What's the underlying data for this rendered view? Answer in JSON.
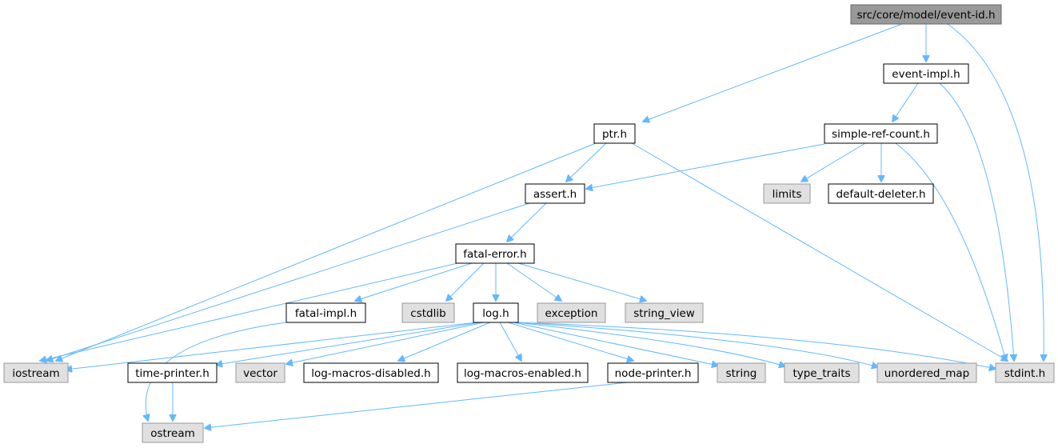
{
  "colors": {
    "edge": "#63b8ff",
    "node_fill_local": "#ffffff",
    "node_fill_system": "#e0e0e0",
    "node_fill_root": "#999999",
    "node_border_local": "#000000",
    "node_border_system": "#999999",
    "node_border_root": "#666666"
  },
  "nodes": [
    {
      "id": "root",
      "label": "src/core/model/event-id.h",
      "kind": "root"
    },
    {
      "id": "event-impl",
      "label": "event-impl.h",
      "kind": "local"
    },
    {
      "id": "ptr",
      "label": "ptr.h",
      "kind": "local"
    },
    {
      "id": "simple-ref-count",
      "label": "simple-ref-count.h",
      "kind": "local"
    },
    {
      "id": "assert",
      "label": "assert.h",
      "kind": "local"
    },
    {
      "id": "limits",
      "label": "limits",
      "kind": "system"
    },
    {
      "id": "default-deleter",
      "label": "default-deleter.h",
      "kind": "local"
    },
    {
      "id": "fatal-error",
      "label": "fatal-error.h",
      "kind": "local"
    },
    {
      "id": "fatal-impl",
      "label": "fatal-impl.h",
      "kind": "local"
    },
    {
      "id": "cstdlib",
      "label": "cstdlib",
      "kind": "system"
    },
    {
      "id": "log",
      "label": "log.h",
      "kind": "local"
    },
    {
      "id": "exception",
      "label": "exception",
      "kind": "system"
    },
    {
      "id": "string_view",
      "label": "string_view",
      "kind": "system"
    },
    {
      "id": "iostream",
      "label": "iostream",
      "kind": "system"
    },
    {
      "id": "time-printer",
      "label": "time-printer.h",
      "kind": "local"
    },
    {
      "id": "vector",
      "label": "vector",
      "kind": "system"
    },
    {
      "id": "log-macros-disabled",
      "label": "log-macros-disabled.h",
      "kind": "local"
    },
    {
      "id": "log-macros-enabled",
      "label": "log-macros-enabled.h",
      "kind": "local"
    },
    {
      "id": "node-printer",
      "label": "node-printer.h",
      "kind": "local"
    },
    {
      "id": "string",
      "label": "string",
      "kind": "system"
    },
    {
      "id": "type_traits",
      "label": "type_traits",
      "kind": "system"
    },
    {
      "id": "unordered_map",
      "label": "unordered_map",
      "kind": "system"
    },
    {
      "id": "stdint",
      "label": "stdint.h",
      "kind": "system"
    },
    {
      "id": "ostream",
      "label": "ostream",
      "kind": "system"
    }
  ],
  "edges": [
    [
      "root",
      "ptr"
    ],
    [
      "root",
      "event-impl"
    ],
    [
      "root",
      "stdint"
    ],
    [
      "event-impl",
      "simple-ref-count"
    ],
    [
      "event-impl",
      "stdint"
    ],
    [
      "ptr",
      "assert"
    ],
    [
      "ptr",
      "iostream"
    ],
    [
      "ptr",
      "stdint"
    ],
    [
      "simple-ref-count",
      "assert"
    ],
    [
      "simple-ref-count",
      "limits"
    ],
    [
      "simple-ref-count",
      "default-deleter"
    ],
    [
      "simple-ref-count",
      "stdint"
    ],
    [
      "assert",
      "fatal-error"
    ],
    [
      "assert",
      "iostream"
    ],
    [
      "fatal-error",
      "iostream"
    ],
    [
      "fatal-error",
      "fatal-impl"
    ],
    [
      "fatal-error",
      "cstdlib"
    ],
    [
      "fatal-error",
      "log"
    ],
    [
      "fatal-error",
      "exception"
    ],
    [
      "fatal-error",
      "string_view"
    ],
    [
      "fatal-impl",
      "ostream"
    ],
    [
      "log",
      "iostream"
    ],
    [
      "log",
      "time-printer"
    ],
    [
      "log",
      "vector"
    ],
    [
      "log",
      "log-macros-disabled"
    ],
    [
      "log",
      "log-macros-enabled"
    ],
    [
      "log",
      "node-printer"
    ],
    [
      "log",
      "string"
    ],
    [
      "log",
      "type_traits"
    ],
    [
      "log",
      "unordered_map"
    ],
    [
      "log",
      "stdint"
    ],
    [
      "time-printer",
      "ostream"
    ],
    [
      "node-printer",
      "ostream"
    ]
  ]
}
